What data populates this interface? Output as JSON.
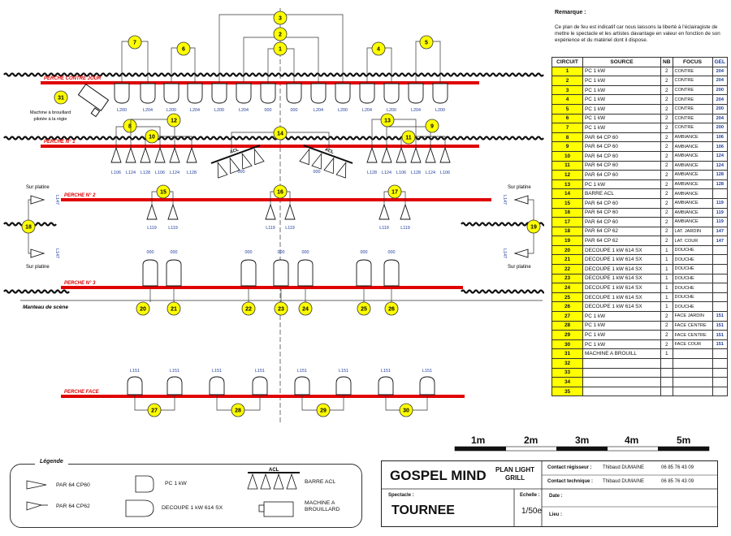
{
  "remark": {
    "title": "Remarque :",
    "text": "Ce plan de feu est indicatif car nous laissons la liberté à l'éclairagiste de mettre le spectacle et les artistes davantage en valeur en fonction de son expérience et du matériel dont il dispose."
  },
  "labels": {
    "perche_contre_jour": "PERCHE CONTRE JOUR",
    "perche1": "PERCHE N° 1",
    "perche2": "PERCHE N° 2",
    "perche3": "PERCHE N° 3",
    "manteau": "Manteau de scène",
    "perche_face": "PERCHE FACE",
    "sur_platine": "Sur platine",
    "machine": "Machine à brouillard pilotée à la régie"
  },
  "gels": {
    "contre_jour": [
      "L200",
      "L204",
      "L200",
      "L204",
      "L200",
      "L204",
      "000",
      "000",
      "L204",
      "L200",
      "L204",
      "L200",
      "L204",
      "L200"
    ],
    "perche1_left": [
      "L106",
      "L124",
      "L128",
      "L106",
      "L124",
      "L128"
    ],
    "perche1_right": [
      "L128",
      "L124",
      "L106",
      "L128",
      "L124",
      "L106"
    ],
    "perche1_acl": "000",
    "perche2": [
      "L119",
      "L119",
      "L119",
      "L119",
      "L119",
      "L119"
    ],
    "side": "L147",
    "perche3": [
      "000",
      "000",
      "000",
      "000",
      "000",
      "000",
      "000"
    ],
    "face": [
      "L151",
      "L151",
      "L151",
      "L151",
      "L151",
      "L151",
      "L151",
      "L151"
    ]
  },
  "circuit_badges": {
    "top": [
      "3",
      "2",
      "1",
      "7",
      "6",
      "4",
      "5"
    ],
    "p1": [
      "31",
      "8",
      "12",
      "10",
      "14",
      "13",
      "9",
      "11"
    ],
    "p2": [
      "15",
      "16",
      "17",
      "18",
      "19"
    ],
    "p3": [
      "20",
      "21",
      "22",
      "23",
      "24",
      "25",
      "26"
    ],
    "face": [
      "27",
      "28",
      "29",
      "30"
    ]
  },
  "table": {
    "headers": [
      "CIRCUIT",
      "SOURCE",
      "NB",
      "FOCUS",
      "GEL"
    ],
    "rows": [
      [
        "1",
        "PC 1 kW",
        "2",
        "CONTRE",
        "204"
      ],
      [
        "2",
        "PC 1 kW",
        "2",
        "CONTRE",
        "204"
      ],
      [
        "3",
        "PC 1 kW",
        "2",
        "CONTRE",
        "200"
      ],
      [
        "4",
        "PC 1 kW",
        "2",
        "CONTRE",
        "204"
      ],
      [
        "5",
        "PC 1 kW",
        "2",
        "CONTRE",
        "200"
      ],
      [
        "6",
        "PC 1 kW",
        "2",
        "CONTRE",
        "204"
      ],
      [
        "7",
        "PC 1 kW",
        "2",
        "CONTRE",
        "200"
      ],
      [
        "8",
        "PAR 64 CP 60",
        "2",
        "AMBIANCE",
        "106"
      ],
      [
        "9",
        "PAR 64 CP 60",
        "2",
        "AMBIANCE",
        "106"
      ],
      [
        "10",
        "PAR 64 CP 60",
        "2",
        "AMBIANCE",
        "124"
      ],
      [
        "11",
        "PAR 64 CP 60",
        "2",
        "AMBIANCE",
        "124"
      ],
      [
        "12",
        "PAR 64 CP 60",
        "2",
        "AMBIANCE",
        "128"
      ],
      [
        "13",
        "PC 1 kW",
        "2",
        "AMBIANCE",
        "128"
      ],
      [
        "14",
        "BARRE ACL",
        "2",
        "AMBIANCE",
        ""
      ],
      [
        "15",
        "PAR 64 CP 60",
        "2",
        "AMBIANCE",
        "119"
      ],
      [
        "16",
        "PAR 64 CP 60",
        "2",
        "AMBIANCE",
        "119"
      ],
      [
        "17",
        "PAR 64 CP 60",
        "2",
        "AMBIANCE",
        "119"
      ],
      [
        "18",
        "PAR 64 CP 62",
        "2",
        "LAT. JARDIN",
        "147"
      ],
      [
        "19",
        "PAR 64 CP 62",
        "2",
        "LAT. COUR",
        "147"
      ],
      [
        "20",
        "DECOUPE 1 kW 614 SX",
        "1",
        "DOUCHE",
        ""
      ],
      [
        "21",
        "DECOUPE 1 kW 614 SX",
        "1",
        "DOUCHE",
        ""
      ],
      [
        "22",
        "DECOUPE 1 kW 614 SX",
        "1",
        "DOUCHE",
        ""
      ],
      [
        "23",
        "DECOUPE 1 kW 614 SX",
        "1",
        "DOUCHE",
        ""
      ],
      [
        "24",
        "DECOUPE 1 kW 614 SX",
        "1",
        "DOUCHE",
        ""
      ],
      [
        "25",
        "DECOUPE 1 kW 614 SX",
        "1",
        "DOUCHE",
        ""
      ],
      [
        "26",
        "DECOUPE 1 kW 614 SX",
        "1",
        "DOUCHE",
        ""
      ],
      [
        "27",
        "PC 1 kW",
        "2",
        "FACE JARDIN",
        "151"
      ],
      [
        "28",
        "PC 1 kW",
        "2",
        "FACE CENTRE",
        "151"
      ],
      [
        "29",
        "PC 1 kW",
        "2",
        "FACE CENTRE",
        "151"
      ],
      [
        "30",
        "PC 1 kW",
        "2",
        "FACE COUR",
        "151"
      ],
      [
        "31",
        "MACHINE A BROUILL",
        "1",
        "",
        ""
      ],
      [
        "32",
        "",
        "",
        "",
        ""
      ],
      [
        "33",
        "",
        "",
        "",
        ""
      ],
      [
        "34",
        "",
        "",
        "",
        ""
      ],
      [
        "35",
        "",
        "",
        "",
        ""
      ]
    ]
  },
  "scale": [
    "1m",
    "2m",
    "3m",
    "4m",
    "5m"
  ],
  "legend": {
    "title": "Légende",
    "items": [
      "PAR 64 CP60",
      "PAR 64 CP62",
      "PC 1 kW",
      "DECOUPE 1 kW 614 SX",
      "BARRE ACL",
      "MACHINE A BROUILLARD"
    ],
    "acl_mark": "ACL"
  },
  "title_block": {
    "show": "GOSPEL MIND",
    "plan": "PLAN LIGHT GRILL",
    "contact_reg_label": "Contact régisseur :",
    "contact_reg_name": "Thibaud DUMAINE",
    "contact_reg_phone": "06 85 76 43 09",
    "contact_tech_label": "Contact technique :",
    "contact_tech_name": "Thibaud DUMAINE",
    "contact_tech_phone": "06 85 76 43 09",
    "spectacle_label": "Spectacle :",
    "spectacle": "TOURNEE",
    "echelle_label": "Echelle :",
    "echelle": "1/50e",
    "date_label": "Date :",
    "lieu_label": "Lieu :"
  },
  "colors": {
    "perche": "#e00000",
    "badge": "#ffff00",
    "gel": "#1f3c9c"
  }
}
